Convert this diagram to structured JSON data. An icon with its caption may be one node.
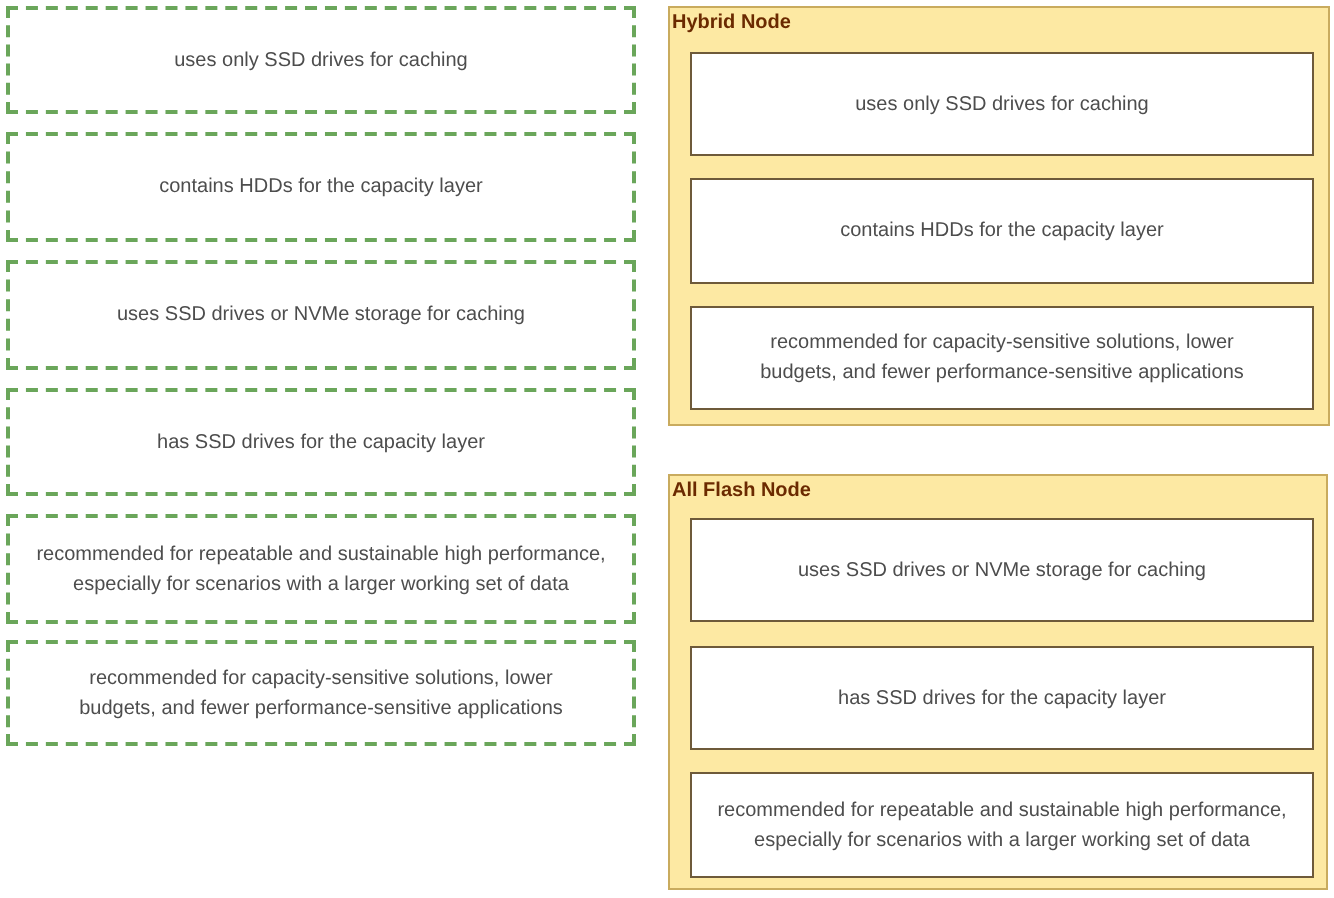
{
  "diagram": {
    "nodes": [
      {
        "text": [
          "uses only SSD drives for caching"
        ]
      },
      {
        "text": [
          "contains HDDs for the capacity layer"
        ]
      },
      {
        "text": [
          "uses SSD drives or NVMe storage for caching"
        ]
      },
      {
        "text": [
          "has SSD drives for the capacity layer"
        ]
      },
      {
        "text": [
          "recommended for repeatable and sustainable high performance, especially for scenarios with a larger working set of data"
        ]
      },
      {
        "text": [
          "recommended for capacity-sensitive solutions, lower budgets, and fewer performance-sensitive applications"
        ]
      },
      {
        "text": [
          "Hybrid Node"
        ]
      },
      {
        "text": [
          "uses only SSD drives for caching"
        ],
        "in": 6
      },
      {
        "text": [
          "contains HDDs for the capacity layer"
        ],
        "in": 6
      },
      {
        "text": [
          "recommended for capacity-sensitive solutions, lower budgets, and fewer performance-sensitive applications"
        ],
        "in": 6
      },
      {
        "text": [
          "All Flash Node"
        ]
      },
      {
        "text": [
          "uses SSD drives or NVMe storage for caching"
        ],
        "in": 10
      },
      {
        "text": [
          "has SSD drives for the capacity layer"
        ],
        "in": 10
      },
      {
        "text": [
          "recommended for repeatable and sustainable high performance, especially for scenarios with a larger working set of data"
        ],
        "in": 10
      }
    ]
  }
}
